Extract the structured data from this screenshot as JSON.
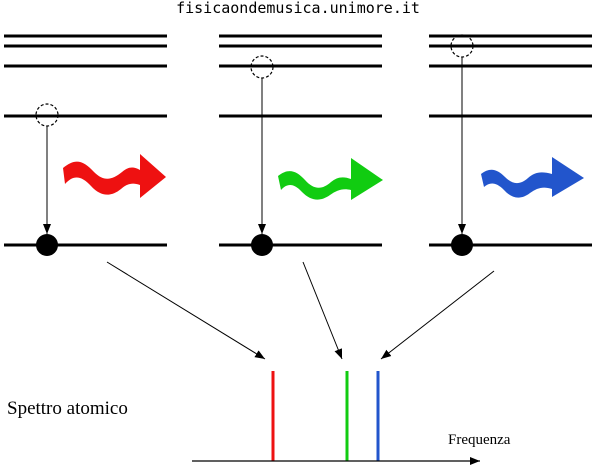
{
  "header": {
    "site": "fisicaondemusica.unimore.it"
  },
  "labels": {
    "spectrum": "Spettro atomico",
    "frequency": "Frequenza"
  },
  "colors": {
    "red": "#ee1111",
    "green": "#11cc11",
    "blue": "#2255cc",
    "line": "#000000"
  }
}
